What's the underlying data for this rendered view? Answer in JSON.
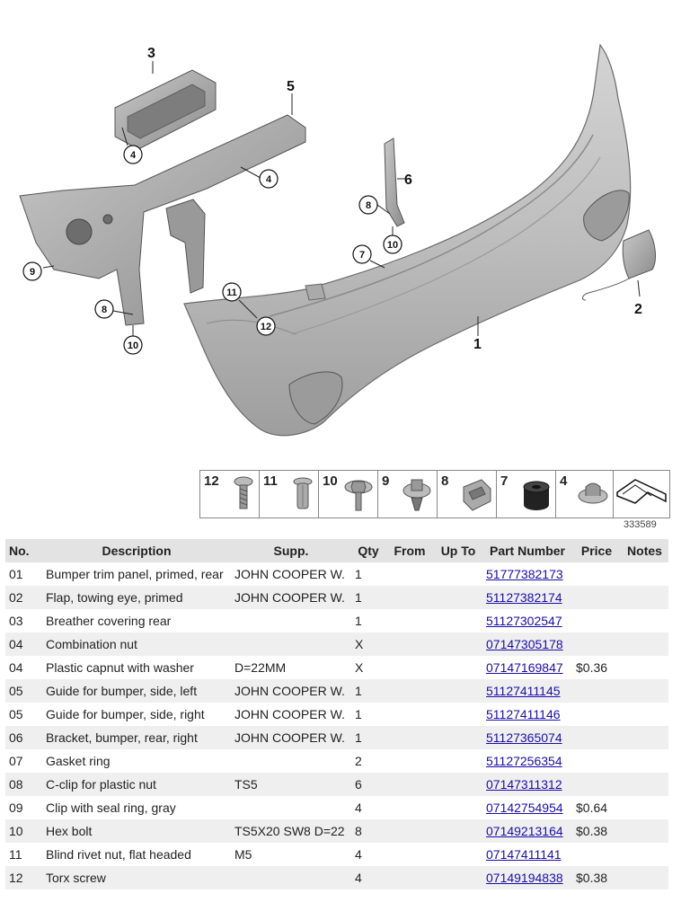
{
  "diagram": {
    "callouts": [
      "1",
      "2",
      "3",
      "4",
      "4",
      "5",
      "6",
      "7",
      "8",
      "8",
      "9",
      "10",
      "10",
      "11",
      "12"
    ],
    "diagram_id": "333589"
  },
  "hardware_strip": [
    {
      "num": "12",
      "icon": "torx-screw-icon"
    },
    {
      "num": "11",
      "icon": "blind-rivet-nut-icon"
    },
    {
      "num": "10",
      "icon": "hex-bolt-icon"
    },
    {
      "num": "9",
      "icon": "clip-seal-ring-icon"
    },
    {
      "num": "8",
      "icon": "c-clip-icon"
    },
    {
      "num": "7",
      "icon": "gasket-ring-icon"
    },
    {
      "num": "4",
      "icon": "capnut-washer-icon"
    },
    {
      "num": "",
      "icon": "assembly-line-icon"
    }
  ],
  "table": {
    "headers": {
      "no": "No.",
      "description": "Description",
      "supp": "Supp.",
      "qty": "Qty",
      "from": "From",
      "upto": "Up To",
      "part_number": "Part Number",
      "price": "Price",
      "notes": "Notes"
    },
    "rows": [
      {
        "no": "01",
        "description": "Bumper trim panel, primed, rear",
        "supp": "JOHN COOPER W.",
        "qty": "1",
        "from": "",
        "upto": "",
        "part_number": "51777382173",
        "price": "",
        "notes": ""
      },
      {
        "no": "02",
        "description": "Flap, towing eye, primed",
        "supp": "JOHN COOPER W.",
        "qty": "1",
        "from": "",
        "upto": "",
        "part_number": "51127382174",
        "price": "",
        "notes": ""
      },
      {
        "no": "03",
        "description": "Breather covering rear",
        "supp": "",
        "qty": "1",
        "from": "",
        "upto": "",
        "part_number": "51127302547",
        "price": "",
        "notes": ""
      },
      {
        "no": "04",
        "description": "Combination nut",
        "supp": "",
        "qty": "X",
        "from": "",
        "upto": "",
        "part_number": "07147305178",
        "price": "",
        "notes": ""
      },
      {
        "no": "04",
        "description": "Plastic capnut with washer",
        "supp": "D=22MM",
        "qty": "X",
        "from": "",
        "upto": "",
        "part_number": "07147169847",
        "price": "$0.36",
        "notes": ""
      },
      {
        "no": "05",
        "description": "Guide for bumper, side, left",
        "supp": "JOHN COOPER W.",
        "qty": "1",
        "from": "",
        "upto": "",
        "part_number": "51127411145",
        "price": "",
        "notes": ""
      },
      {
        "no": "05",
        "description": "Guide for bumper, side, right",
        "supp": "JOHN COOPER W.",
        "qty": "1",
        "from": "",
        "upto": "",
        "part_number": "51127411146",
        "price": "",
        "notes": ""
      },
      {
        "no": "06",
        "description": "Bracket, bumper, rear, right",
        "supp": "JOHN COOPER W.",
        "qty": "1",
        "from": "",
        "upto": "",
        "part_number": "51127365074",
        "price": "",
        "notes": ""
      },
      {
        "no": "07",
        "description": "Gasket ring",
        "supp": "",
        "qty": "2",
        "from": "",
        "upto": "",
        "part_number": "51127256354",
        "price": "",
        "notes": ""
      },
      {
        "no": "08",
        "description": "C-clip for plastic nut",
        "supp": "TS5",
        "qty": "6",
        "from": "",
        "upto": "",
        "part_number": "07147311312",
        "price": "",
        "notes": ""
      },
      {
        "no": "09",
        "description": "Clip with seal ring, gray",
        "supp": "",
        "qty": "4",
        "from": "",
        "upto": "",
        "part_number": "07142754954",
        "price": "$0.64",
        "notes": ""
      },
      {
        "no": "10",
        "description": "Hex bolt",
        "supp": "TS5X20 SW8 D=22",
        "qty": "8",
        "from": "",
        "upto": "",
        "part_number": "07149213164",
        "price": "$0.38",
        "notes": ""
      },
      {
        "no": "11",
        "description": "Blind rivet nut, flat headed",
        "supp": "M5",
        "qty": "4",
        "from": "",
        "upto": "",
        "part_number": "07147411141",
        "price": "",
        "notes": ""
      },
      {
        "no": "12",
        "description": "Torx screw",
        "supp": "",
        "qty": "4",
        "from": "",
        "upto": "",
        "part_number": "07149194838",
        "price": "$0.38",
        "notes": ""
      }
    ]
  }
}
